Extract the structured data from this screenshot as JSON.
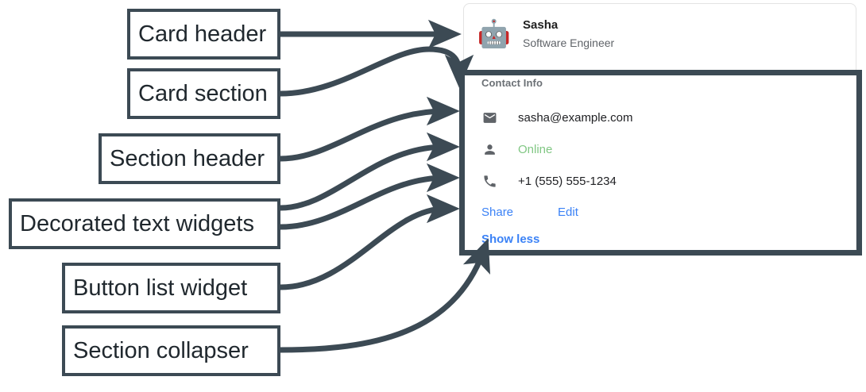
{
  "annotations": [
    {
      "label": "Card header",
      "name": "annotation-card-header"
    },
    {
      "label": "Card section",
      "name": "annotation-card-section"
    },
    {
      "label": "Section header",
      "name": "annotation-section-header"
    },
    {
      "label": "Decorated text widgets",
      "name": "annotation-decorated-text-widgets"
    },
    {
      "label": "Button list widget",
      "name": "annotation-button-list-widget"
    },
    {
      "label": "Section collapser",
      "name": "annotation-section-collapser"
    }
  ],
  "card": {
    "header": {
      "avatar_icon": "robot-avatar-icon",
      "avatar_glyph": "🤖",
      "title": "Sasha",
      "subtitle": "Software Engineer"
    },
    "section": {
      "header": "Contact Info",
      "rows": [
        {
          "icon": "email-icon",
          "text": "sasha@example.com",
          "style": "default"
        },
        {
          "icon": "person-icon",
          "text": "Online",
          "style": "green"
        },
        {
          "icon": "phone-icon",
          "text": "+1 (555) 555-1234",
          "style": "default"
        }
      ],
      "buttons": [
        {
          "label": "Share",
          "name": "share-button"
        },
        {
          "label": "Edit",
          "name": "edit-button"
        }
      ],
      "collapser": {
        "label": "Show less",
        "name": "show-less-button"
      }
    }
  },
  "colors": {
    "annotation_stroke": "#3c4a54",
    "link_blue": "#3b82f6",
    "status_green": "#81c784",
    "muted_text": "#5f6368",
    "card_border": "#e3e3e3"
  }
}
